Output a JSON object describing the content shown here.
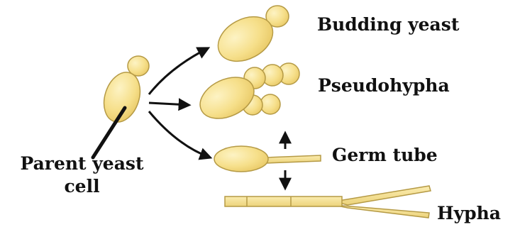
{
  "labels": {
    "budding_yeast": "Budding yeast",
    "pseudohypha": "Pseudohypha",
    "germ_tube": "Germ tube",
    "hypha": "Hypha",
    "parent_line1": "Parent yeast",
    "parent_line2": "cell"
  },
  "colors": {
    "cell_fill": "#f6df8a",
    "cell_highlight": "#fdf3c4",
    "cell_stroke": "#b59a45",
    "arrow": "#111111",
    "text": "#111111"
  }
}
